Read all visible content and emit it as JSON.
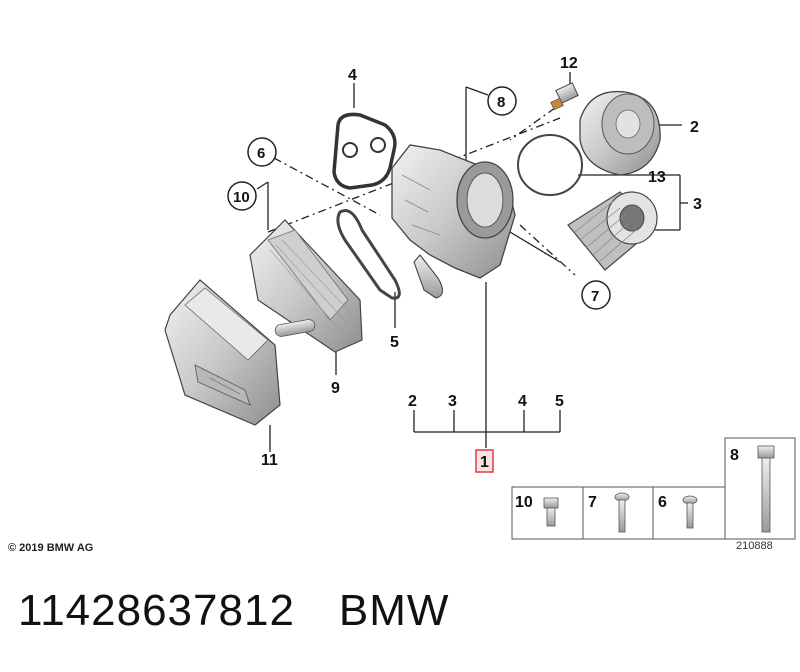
{
  "callouts": {
    "c1": "1",
    "c2": "2",
    "c3": "3",
    "c4": "4",
    "c5": "5",
    "c6": "6",
    "c7": "7",
    "c8": "8",
    "c9": "9",
    "c10": "10",
    "c11": "11",
    "c12": "12",
    "c13": "13"
  },
  "assembly_breakdown": [
    "2",
    "3",
    "4",
    "5"
  ],
  "hardware_table": {
    "cells": [
      "10",
      "7",
      "6"
    ],
    "tall_cell": "8"
  },
  "copyright": "© 2019 BMW AG",
  "image_number": "210888",
  "footer": {
    "part_number": "11428637812",
    "brand": "BMW"
  },
  "colors": {
    "highlight_box": "#e23b3b",
    "line": "#222222",
    "part_fill": "#d4d4d4"
  }
}
